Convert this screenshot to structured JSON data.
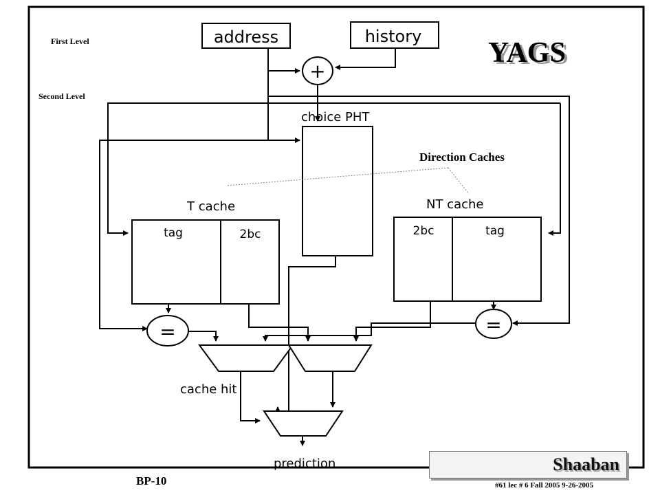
{
  "title": "YAGS",
  "levels": {
    "first": "First Level",
    "second": "Second Level"
  },
  "inputs": {
    "address": "address",
    "history": "history"
  },
  "xor_symbol": "+",
  "choice_pht": "choice PHT",
  "annotation": "Direction Caches",
  "t_cache": {
    "label": "T cache",
    "tag": "tag",
    "counter": "2bc"
  },
  "nt_cache": {
    "label": "NT cache",
    "tag": "tag",
    "counter": "2bc"
  },
  "comparator_symbol": "=",
  "cache_hit": "cache hit",
  "prediction": "prediction",
  "footer": {
    "slide_id": "BP-10",
    "author": "Shaaban",
    "meta": "#61   lec # 6   Fall 2005   9-26-2005"
  },
  "colors": {
    "stroke": "#000000",
    "background": "#ffffff",
    "annotation_line": "#808080"
  }
}
